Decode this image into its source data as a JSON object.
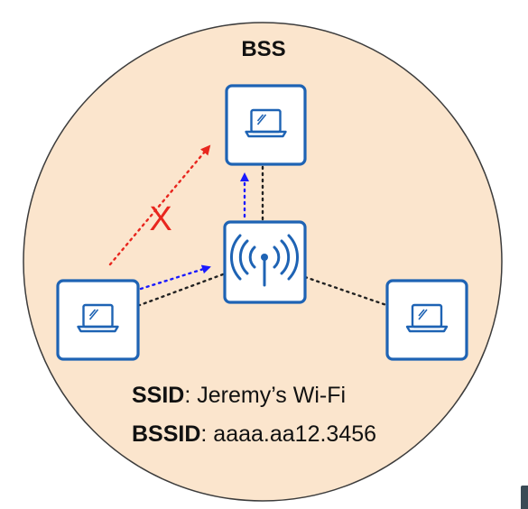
{
  "diagram": {
    "title": "BSS",
    "ssid_label": "SSID",
    "ssid_value": ": Jeremy’s Wi-Fi",
    "bssid_label": "BSSID",
    "bssid_value": ": aaaa.aa12.3456",
    "blocked_marker": "X",
    "nodes": [
      {
        "id": "laptop-top",
        "icon": "laptop-icon"
      },
      {
        "id": "access-point",
        "icon": "wireless-antenna-icon"
      },
      {
        "id": "laptop-left",
        "icon": "laptop-icon"
      },
      {
        "id": "laptop-right",
        "icon": "laptop-icon"
      }
    ],
    "colors": {
      "bss_fill": "#fbe5cd",
      "bss_stroke": "#3c3c3c",
      "node_border": "#1e63b4",
      "icon_stroke": "#1e63b4",
      "link": "#222222",
      "allowed_flow": "#1a1aff",
      "blocked_flow": "#e8261e"
    }
  }
}
